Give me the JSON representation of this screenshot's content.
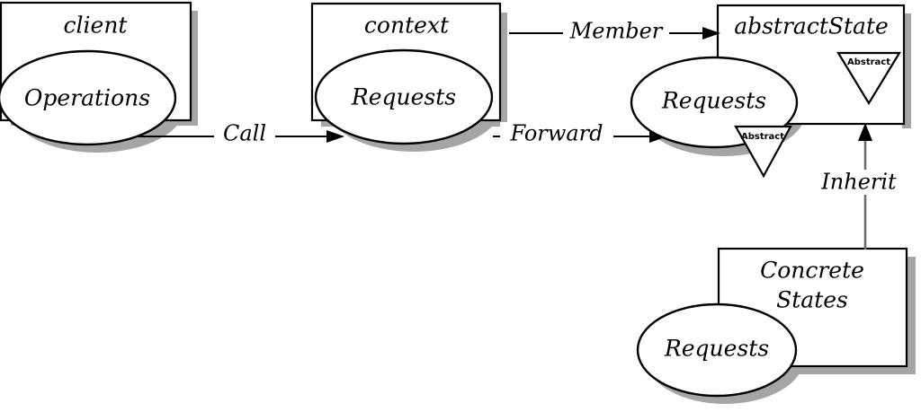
{
  "diagram": {
    "type": "uml-state-pattern",
    "background_color": "#ffffff",
    "line_color": "#000000",
    "shadow_color": "#a5a5a5",
    "nodes": [
      {
        "id": "client",
        "kind": "package-box",
        "title": "client",
        "operation_label": "Operations",
        "stereotype": ""
      },
      {
        "id": "context",
        "kind": "package-box",
        "title": "context",
        "operation_label": "Requests",
        "stereotype": ""
      },
      {
        "id": "abstractState",
        "kind": "package-box",
        "title": "abstractState",
        "operation_label": "Requests",
        "stereotype": "Abstract",
        "operation_stereotype": "Abstract"
      },
      {
        "id": "concreteStates",
        "kind": "package-box",
        "title_line1": "Concrete",
        "title_line2": "States",
        "operation_label": "Requests",
        "stereotype": ""
      }
    ],
    "edges": [
      {
        "id": "call",
        "label": "Call",
        "from": "client",
        "to": "context",
        "style": "solid-arrow"
      },
      {
        "id": "forward",
        "label": "Forward",
        "from": "context",
        "to": "abstractState",
        "style": "solid-arrow"
      },
      {
        "id": "member",
        "label": "Member",
        "from": "context",
        "to": "abstractState",
        "style": "solid-arrow"
      },
      {
        "id": "inherit",
        "label": "Inherit",
        "from": "concreteStates",
        "to": "abstractState",
        "style": "solid-arrow-up"
      }
    ]
  }
}
